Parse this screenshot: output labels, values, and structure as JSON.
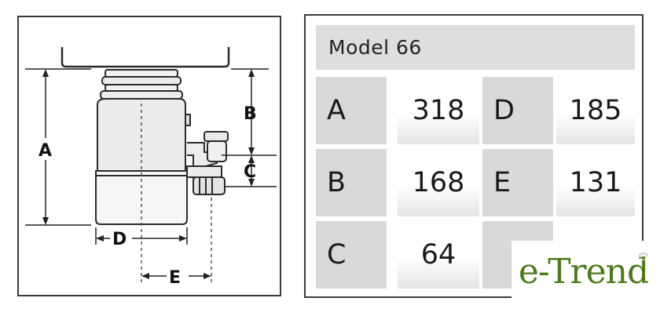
{
  "diagram": {
    "labels": {
      "a": "A",
      "b": "B",
      "c": "C",
      "d": "D",
      "e": "E"
    }
  },
  "table": {
    "model": "Model 66",
    "rows": [
      {
        "k1": "A",
        "v1": "318",
        "k2": "D",
        "v2": "185"
      },
      {
        "k1": "B",
        "v1": "168",
        "k2": "E",
        "v2": "131"
      },
      {
        "k1": "C",
        "v1": "64",
        "k2": "",
        "v2": ""
      }
    ]
  },
  "logo": {
    "text": "e-Trend",
    "color": "#4d7a1a",
    "icon": "wifi-signal-icon"
  }
}
